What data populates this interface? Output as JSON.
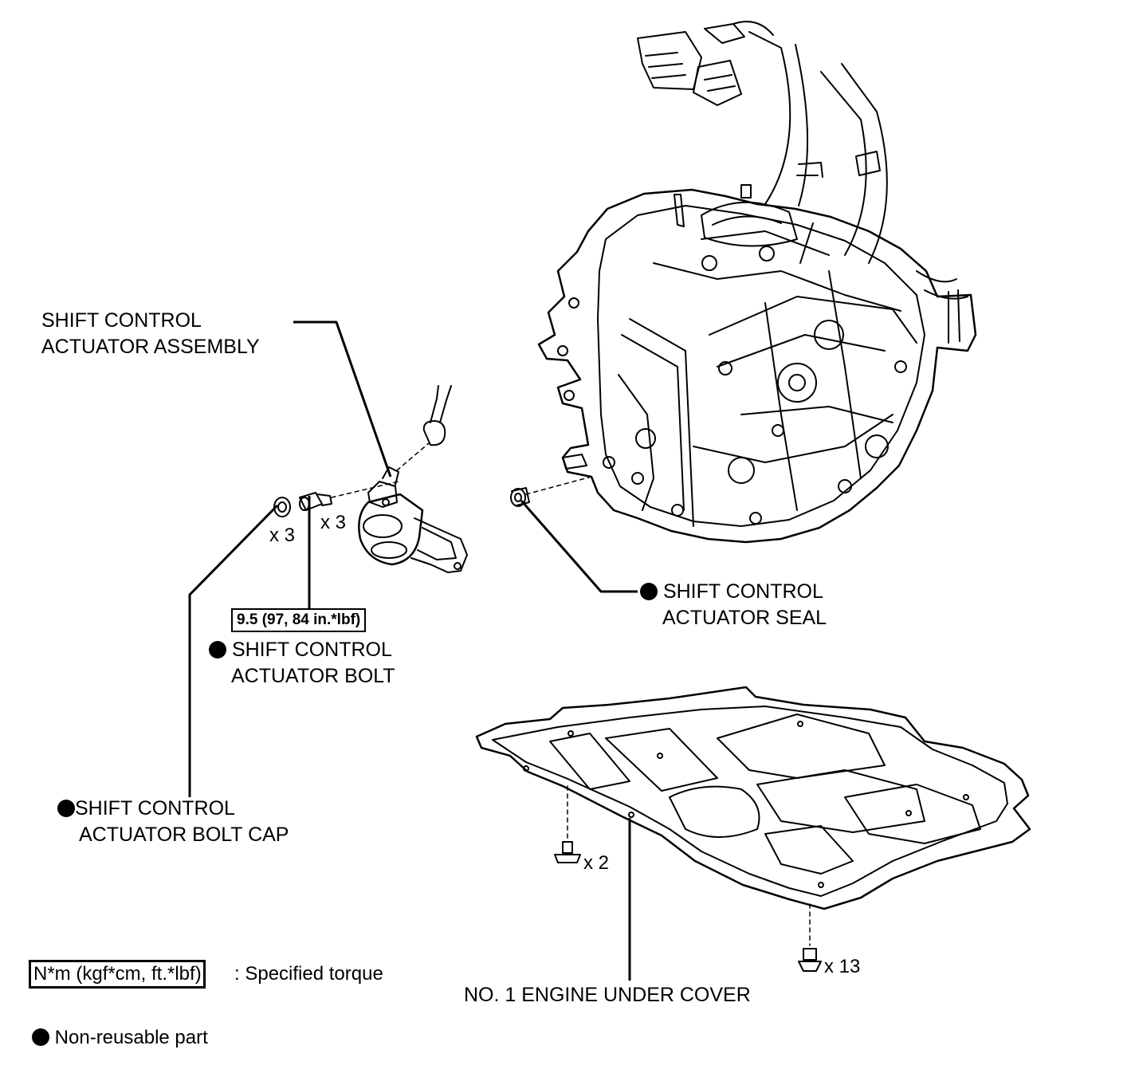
{
  "labels": {
    "actuator_assembly": [
      "SHIFT CONTROL",
      "ACTUATOR ASSEMBLY"
    ],
    "actuator_seal": [
      "SHIFT CONTROL",
      "ACTUATOR SEAL"
    ],
    "actuator_bolt": [
      "SHIFT CONTROL",
      "ACTUATOR BOLT"
    ],
    "bolt_cap": [
      "SHIFT CONTROL",
      "ACTUATOR BOLT CAP"
    ],
    "under_cover": "NO. 1 ENGINE UNDER COVER"
  },
  "quantities": {
    "bolt_cap": "x 3",
    "bolt": "x 3",
    "cover_bolt": "x 2",
    "cover_clip": "x 13"
  },
  "torque_value": "9.5 (97, 84 in.*lbf)",
  "legend": {
    "torque_unit": "N*m (kgf*cm, ft.*lbf)",
    "torque_desc": ": Specified torque",
    "nonreusable": "Non-reusable part"
  }
}
